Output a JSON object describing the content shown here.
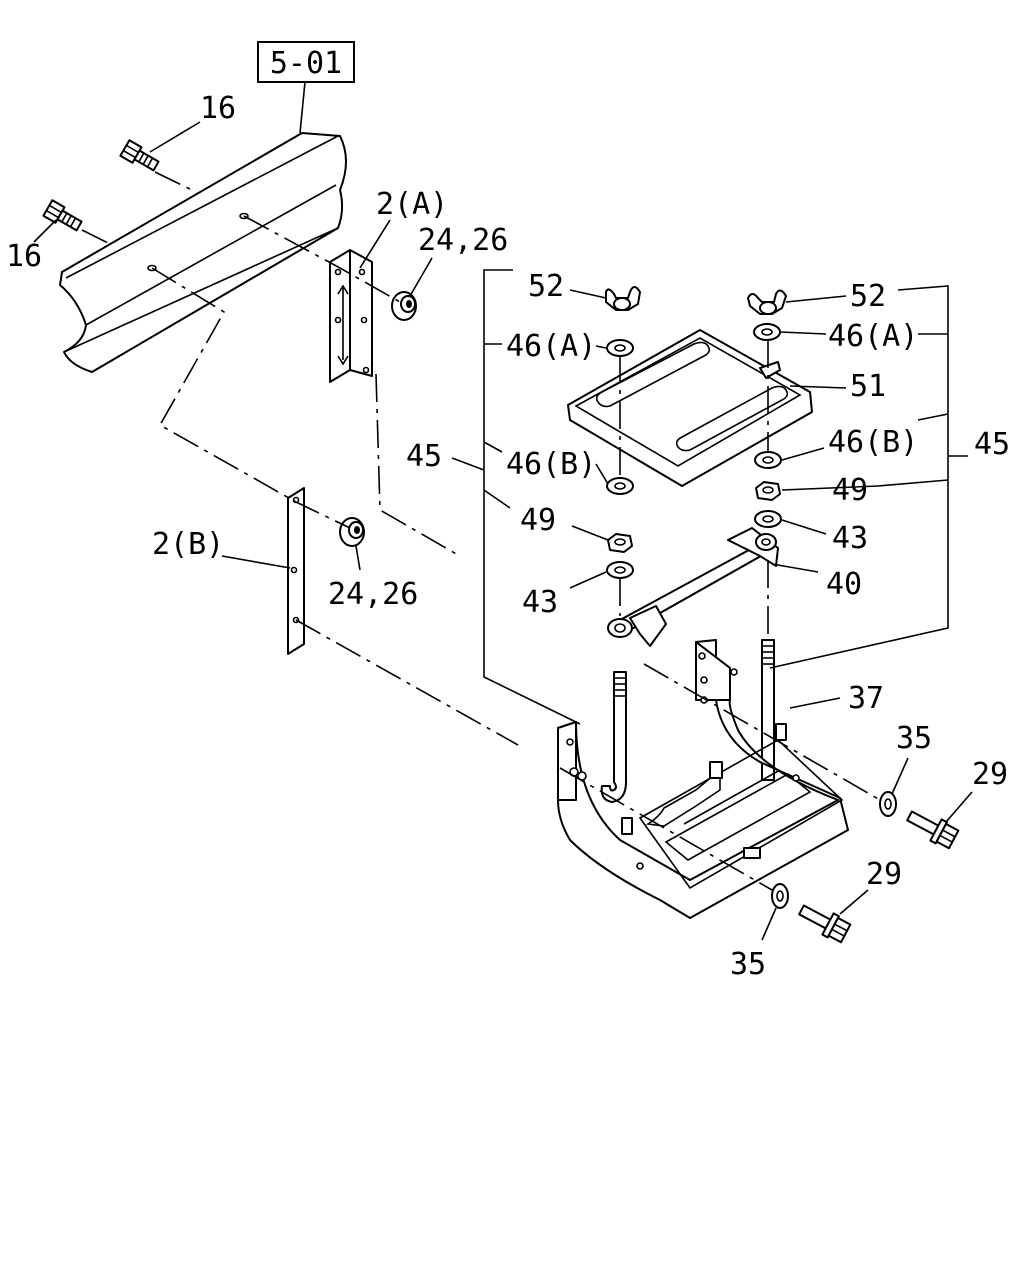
{
  "reference_box": "5-01",
  "callouts": {
    "c16_top": "16",
    "c16_left": "16",
    "c2a": "2(A)",
    "c2426_top": "24,26",
    "c2b": "2(B)",
    "c2426_bottom": "24,26",
    "c52_left": "52",
    "c52_right": "52",
    "c46a_left": "46(A)",
    "c46a_right": "46(A)",
    "c51": "51",
    "c45_left": "45",
    "c45_right": "45",
    "c46b_left": "46(B)",
    "c46b_right": "46(B)",
    "c49_left": "49",
    "c49_right": "49",
    "c43_left": "43",
    "c43_right": "43",
    "c40": "40",
    "c37": "37",
    "c35_right": "35",
    "c35_bottom": "35",
    "c29_right": "29",
    "c29_bottom": "29"
  }
}
